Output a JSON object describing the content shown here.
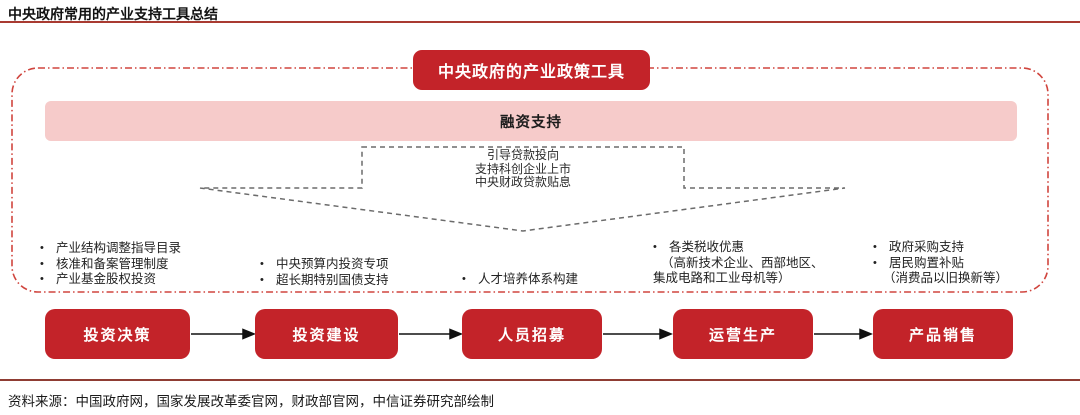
{
  "page_title": "中央政府常用的产业支持工具总结",
  "colors": {
    "stage_red": "#c32329",
    "financing_pink": "#f6cbca",
    "frame_dash_red": "#d0453e",
    "rule_red": "#a93a31"
  },
  "diagram": {
    "root_label": "中央政府的产业政策工具",
    "financing_bar_label": "融资支持",
    "funnel_lines": [
      "引导贷款投向",
      "支持科创企业上市",
      "中央财政贷款贴息"
    ],
    "tool_groups": [
      {
        "items": [
          "产业结构调整指导目录",
          "核准和备案管理制度",
          "产业基金股权投资"
        ]
      },
      {
        "items": [
          "中央预算内投资专项",
          "超长期特别国债支持"
        ]
      },
      {
        "items": [
          "人才培养体系构建"
        ]
      },
      {
        "items": [
          "各类税收优惠"
        ],
        "notes": [
          "（高新技术企业、西部地区、",
          "集成电路和工业母机等）"
        ]
      },
      {
        "items": [
          "政府采购支持",
          "居民购置补贴"
        ],
        "notes": [
          "（消费品以旧换新等）"
        ]
      }
    ],
    "stages": [
      "投资决策",
      "投资建设",
      "人员招募",
      "运营生产",
      "产品销售"
    ],
    "bullet_glyph": "•"
  },
  "source_note": "资料来源：中国政府网，国家发展改革委官网，财政部官网，中信证券研究部绘制"
}
